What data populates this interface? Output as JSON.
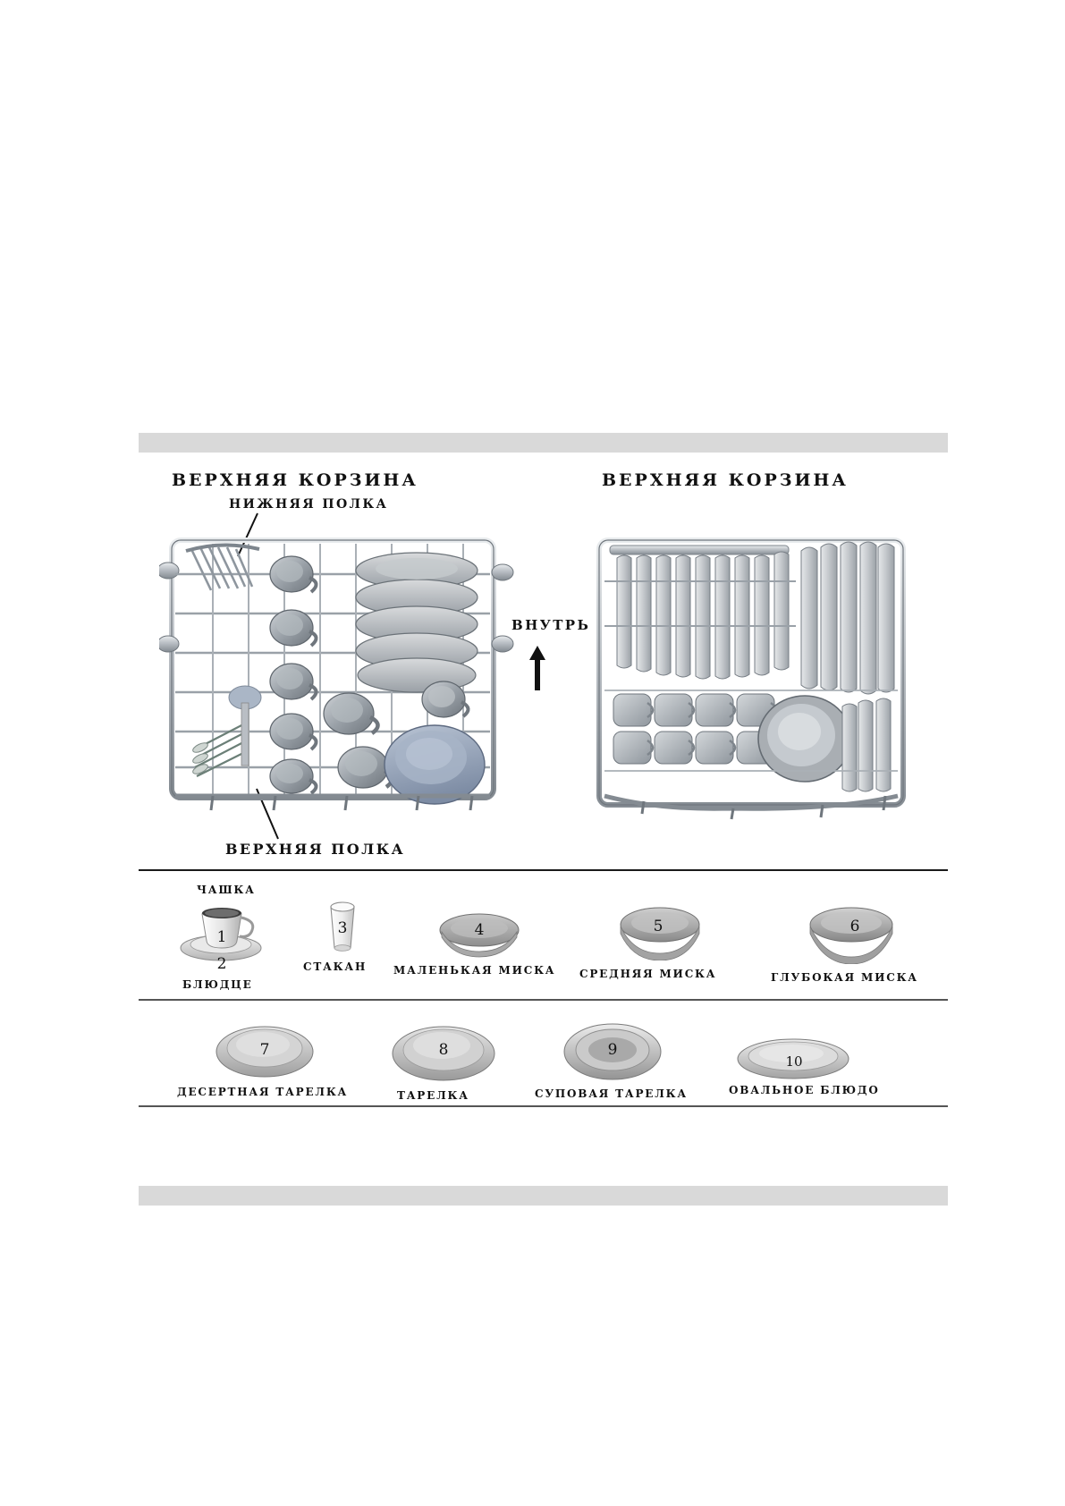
{
  "page": {
    "left_panel": {
      "title": "ВЕРХНЯЯ КОРЗИНА",
      "subtitle_top": "НИЖНЯЯ ПОЛКА",
      "subtitle_bottom": "ВЕРХНЯЯ ПОЛКА"
    },
    "right_panel": {
      "title": "ВЕРХНЯЯ КОРЗИНА"
    },
    "direction_label": "ВНУТРЬ"
  },
  "legend": {
    "row1": [
      {
        "number": "1",
        "label_top": "ЧАШКА",
        "label_bottom": "БЛЮДЦЕ",
        "number2": "2",
        "icon": "cup-and-saucer-icon"
      },
      {
        "number": "3",
        "label_bottom": "СТАКАН",
        "icon": "glass-icon"
      },
      {
        "number": "4",
        "label_bottom": "МАЛЕНЬКАЯ МИСКА",
        "icon": "small-bowl-icon"
      },
      {
        "number": "5",
        "label_bottom": "СРЕДНЯЯ МИСКА",
        "icon": "medium-bowl-icon"
      },
      {
        "number": "6",
        "label_bottom": "ГЛУБОКАЯ МИСКА",
        "icon": "deep-bowl-icon"
      }
    ],
    "row2": [
      {
        "number": "7",
        "label_bottom": "ДЕСЕРТНАЯ ТАРЕЛКА",
        "icon": "dessert-plate-icon"
      },
      {
        "number": "8",
        "label_bottom": "ТАРЕЛКА",
        "icon": "plate-icon"
      },
      {
        "number": "9",
        "label_bottom": "СУПОВАЯ ТАРЕЛКА",
        "icon": "soup-plate-icon"
      },
      {
        "number": "10",
        "label_bottom": "ОВАЛЬНОЕ БЛЮДО",
        "icon": "oval-dish-icon"
      }
    ]
  },
  "colors": {
    "band": "#d9d9d9",
    "rule": "#1a1a1a",
    "text": "#111111",
    "metal_light": "#e8eaec",
    "metal_mid": "#b6bbc0",
    "metal_dark": "#7d848b",
    "dish_light": "#efefef",
    "dish_mid": "#b9b9b9",
    "dish_dark": "#8a8a8a",
    "blue_dish": "#97a6bd"
  }
}
